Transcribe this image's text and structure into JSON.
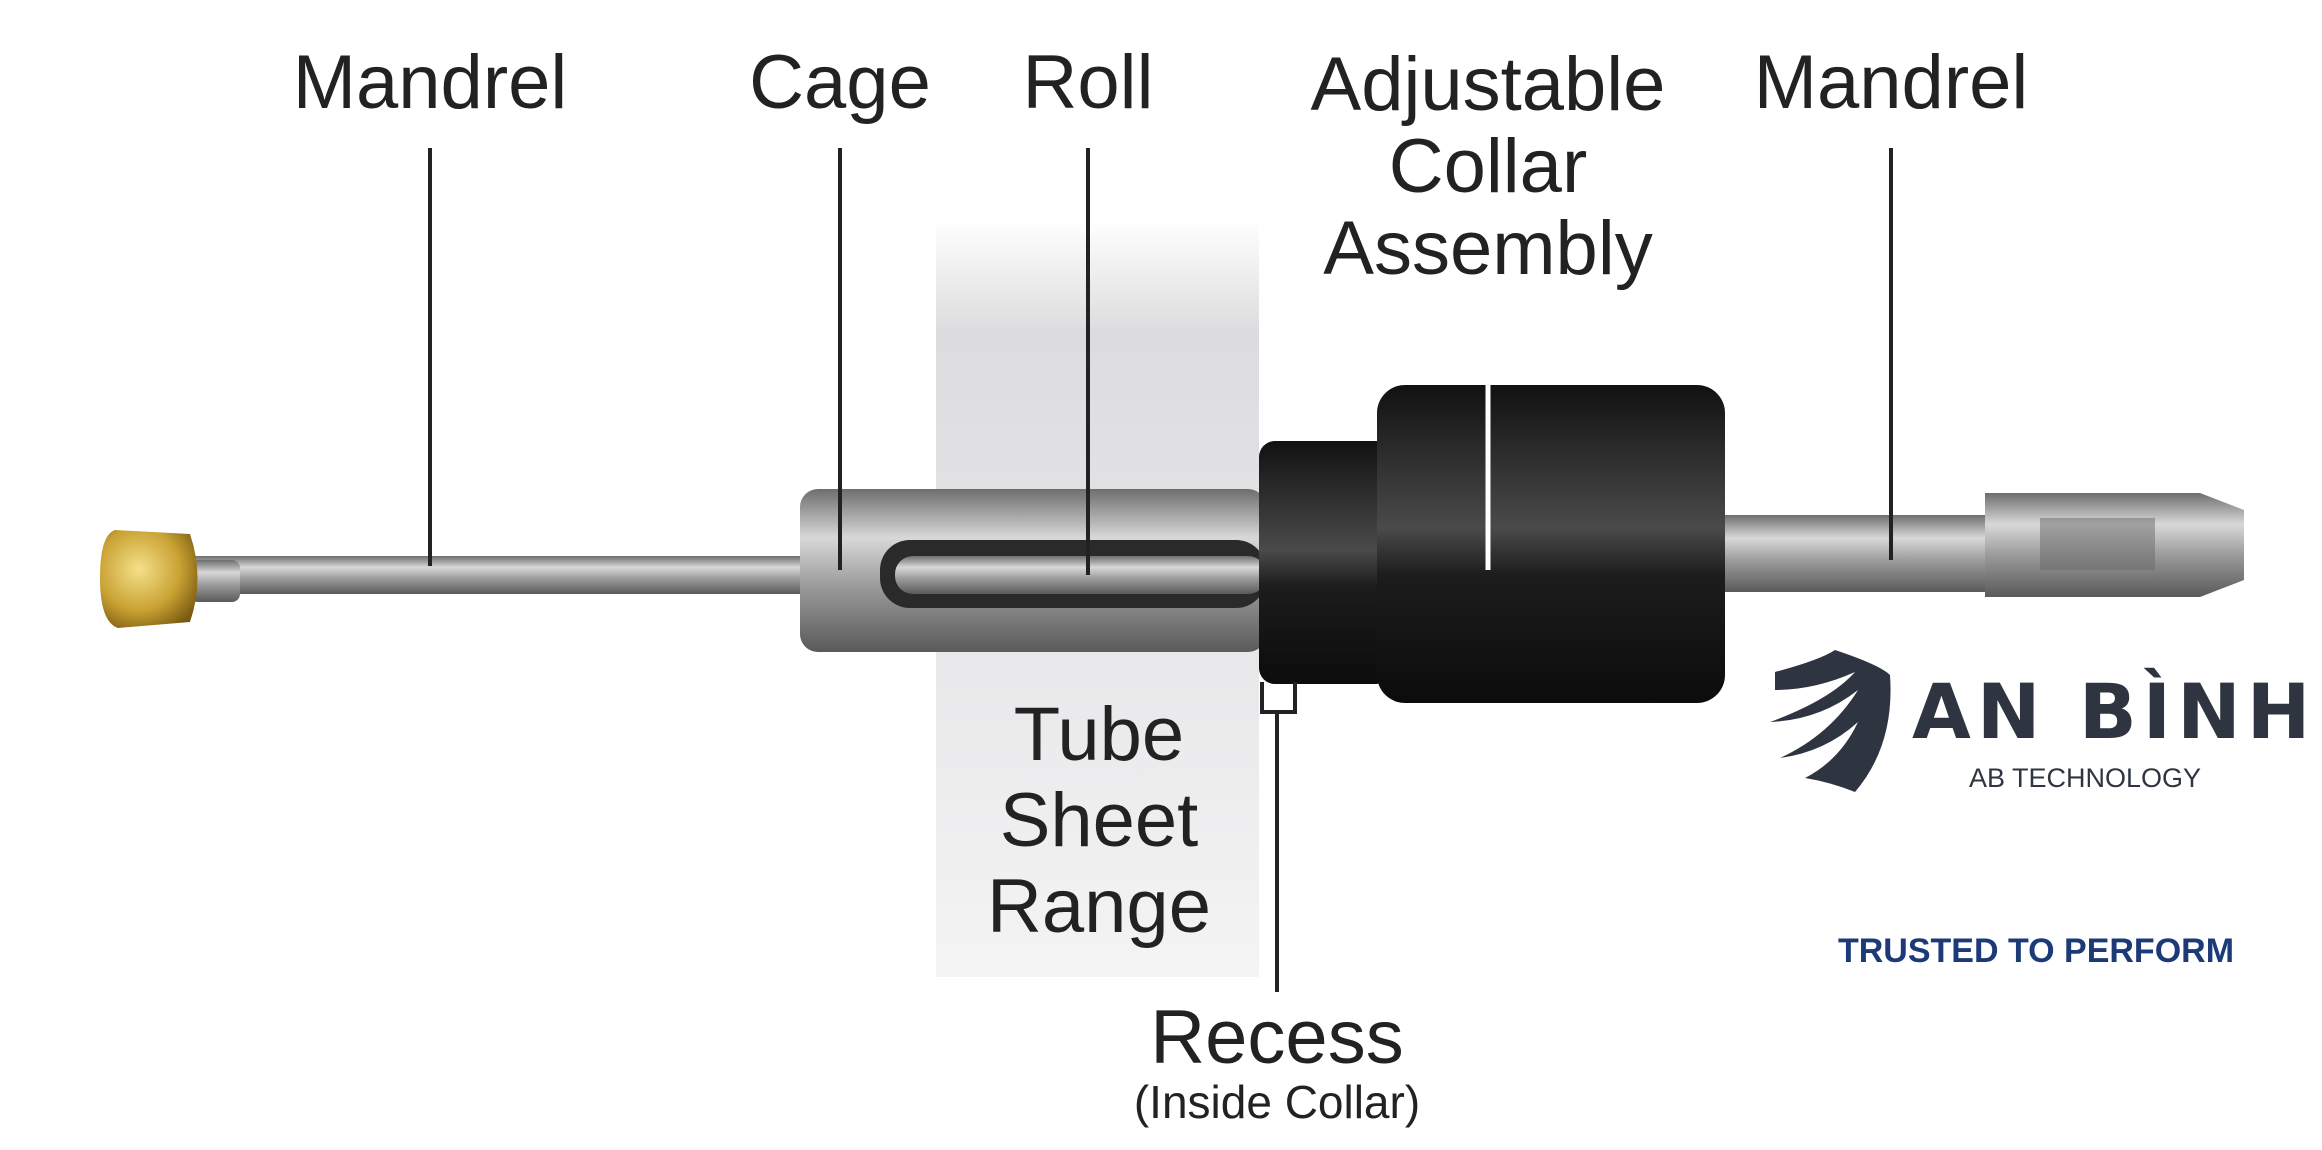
{
  "labels": {
    "mandrel_left": "Mandrel",
    "cage": "Cage",
    "roll": "Roll",
    "collar_line1": "Adjustable",
    "collar_line2": "Collar",
    "collar_line3": "Assembly",
    "mandrel_right": "Mandrel",
    "tube_line1": "Tube",
    "tube_line2": "Sheet",
    "tube_line3": "Range",
    "recess": "Recess",
    "recess_note": "(Inside Collar)"
  },
  "logo": {
    "name": "AN BÌNH",
    "subtitle": "AB TECHNOLOGY",
    "tagline": "TRUSTED TO PERFORM"
  },
  "colors": {
    "logo": "#2f3540",
    "tagline": "#1d3a78",
    "collar": "#1e1e1e",
    "steel": "#a9a9a9",
    "brass": "#c9a233"
  }
}
